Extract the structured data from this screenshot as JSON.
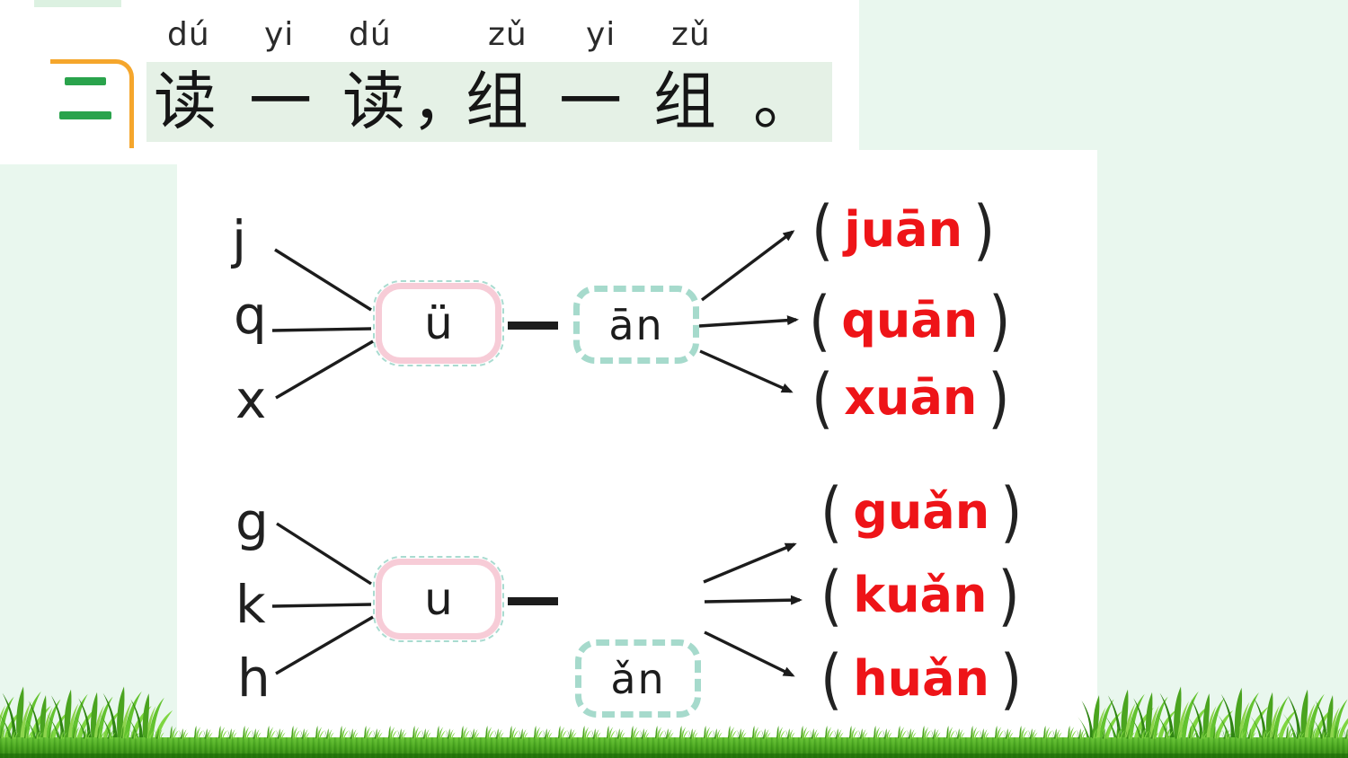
{
  "colors": {
    "background_green": "#e9f7ee",
    "header_strip_green": "#e5f1e6",
    "accent_orange": "#f5a62c",
    "section_number_green": "#2aa34c",
    "answer_red": "#ee1418",
    "medial_box_pink": "#f7ccd7",
    "final_box_mint": "#a6dacc",
    "grass_green": "#46a21e"
  },
  "header": {
    "section_number": "二",
    "pinyin_words": [
      "dú",
      "yi",
      "dú",
      "zǔ",
      "yi",
      "zǔ"
    ],
    "title": "读一读，组一组。",
    "title_chars": [
      "读",
      "一",
      "读",
      "，",
      "组",
      "一",
      "组",
      "。"
    ]
  },
  "exercise": {
    "paren_open": "(",
    "paren_close": ")",
    "separator": "—",
    "groups": [
      {
        "initials": [
          "j",
          "q",
          "x"
        ],
        "medial": "ü",
        "final": "ān",
        "answers": [
          "juān",
          "quān",
          "xuān"
        ]
      },
      {
        "initials": [
          "g",
          "k",
          "h"
        ],
        "medial": "u",
        "final": "ǎn",
        "answers": [
          "guǎn",
          "kuǎn",
          "huǎn"
        ]
      }
    ]
  }
}
